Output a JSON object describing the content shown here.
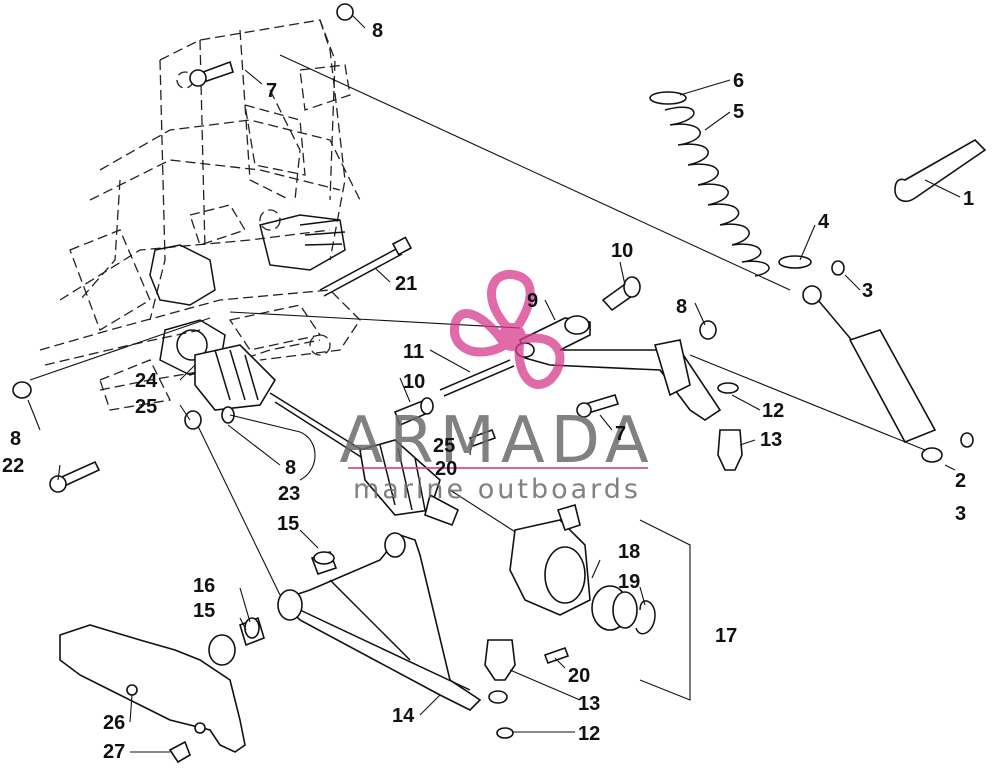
{
  "callouts": [
    {
      "id": "c1",
      "label": "1"
    },
    {
      "id": "c2",
      "label": "2"
    },
    {
      "id": "c3a",
      "label": "3"
    },
    {
      "id": "c3b",
      "label": "3"
    },
    {
      "id": "c4",
      "label": "4"
    },
    {
      "id": "c5",
      "label": "5"
    },
    {
      "id": "c6",
      "label": "6"
    },
    {
      "id": "c7a",
      "label": "7"
    },
    {
      "id": "c7b",
      "label": "7"
    },
    {
      "id": "c8a",
      "label": "8"
    },
    {
      "id": "c8b",
      "label": "8"
    },
    {
      "id": "c8c",
      "label": "8"
    },
    {
      "id": "c8d",
      "label": "8"
    },
    {
      "id": "c9",
      "label": "9"
    },
    {
      "id": "c10a",
      "label": "10"
    },
    {
      "id": "c10b",
      "label": "10"
    },
    {
      "id": "c11",
      "label": "11"
    },
    {
      "id": "c12a",
      "label": "12"
    },
    {
      "id": "c12b",
      "label": "12"
    },
    {
      "id": "c13a",
      "label": "13"
    },
    {
      "id": "c13b",
      "label": "13"
    },
    {
      "id": "c14",
      "label": "14"
    },
    {
      "id": "c15a",
      "label": "15"
    },
    {
      "id": "c15b",
      "label": "15"
    },
    {
      "id": "c16",
      "label": "16"
    },
    {
      "id": "c17",
      "label": "17"
    },
    {
      "id": "c18",
      "label": "18"
    },
    {
      "id": "c19",
      "label": "19"
    },
    {
      "id": "c20a",
      "label": "20"
    },
    {
      "id": "c20b",
      "label": "20"
    },
    {
      "id": "c21",
      "label": "21"
    },
    {
      "id": "c22",
      "label": "22"
    },
    {
      "id": "c23",
      "label": "23"
    },
    {
      "id": "c24",
      "label": "24"
    },
    {
      "id": "c25a",
      "label": "25"
    },
    {
      "id": "c25b",
      "label": "25"
    },
    {
      "id": "c26",
      "label": "26"
    },
    {
      "id": "c27",
      "label": "27"
    }
  ],
  "watermark": {
    "brand": "ARMADA",
    "tagline": "marine outboards",
    "colors": {
      "logo": "#d63a8c",
      "text": "#6b6b6b"
    }
  }
}
